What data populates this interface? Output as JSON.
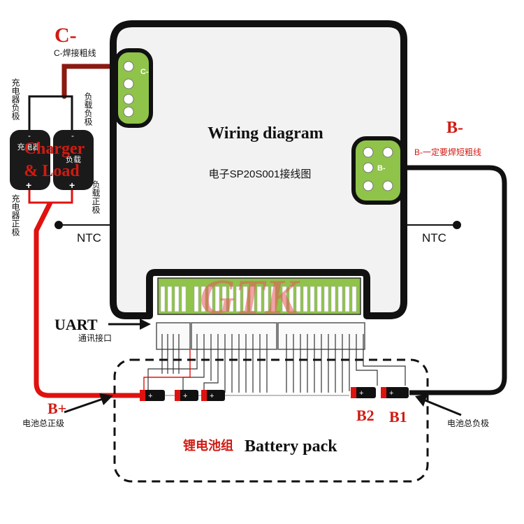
{
  "colors": {
    "bms_body": "#f2f2f2",
    "outline": "#111111",
    "pcb_green": "#8fc34a",
    "red_wire": "#e0120f",
    "dark_red_wire": "#8a1a12",
    "label_red": "#d11a12",
    "watermark": "#e6555a"
  },
  "diagram": {
    "title": "Wiring diagram",
    "subtitle": "电子SP20S001接线图",
    "watermark": "GTK"
  },
  "c_minus": {
    "label": "C-",
    "note": "C-焊接粗线",
    "pad_label": "C-"
  },
  "b_minus": {
    "label": "B-",
    "note": "B-一定要焊短粗线",
    "pad_label": "B-"
  },
  "charger_load": {
    "label_line1": "Charger",
    "label_line2": "& Load",
    "charger_cell": "充电器",
    "load_cell": "负载",
    "charger_neg_note": "充电器负极",
    "charger_pos_note": "充电器正极",
    "load_neg_note": "负载负极",
    "load_pos_note": "负载正极",
    "minus_symbol": "-",
    "plus_symbol": "+"
  },
  "ntc": {
    "left_label": "NTC",
    "right_label": "NTC"
  },
  "uart": {
    "label": "UART",
    "note": "通讯接口"
  },
  "battery_pack": {
    "title_cn": "锂电池组",
    "title_en": "Battery pack",
    "b_plus_label": "B+",
    "b_plus_note": "电池总正级",
    "b2_label": "B2",
    "b1_label": "B1",
    "b_minus_note": "电池总负极",
    "cell_plus": "+",
    "cell_minus": "-"
  }
}
